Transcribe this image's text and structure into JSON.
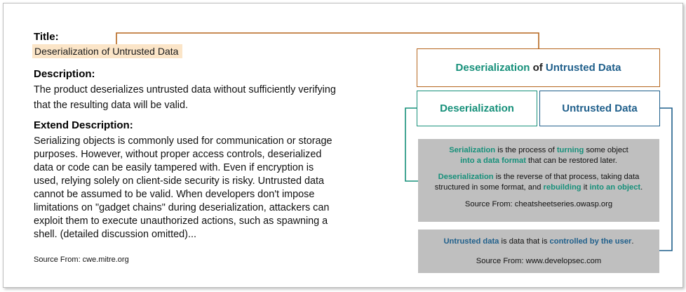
{
  "colors": {
    "orange": "#b5651d",
    "teal": "#16907a",
    "blue": "#1f5f8b",
    "title_highlight": "#fbe5c8",
    "panel_grey": "#bfbfbf"
  },
  "left": {
    "title_label": "Title:",
    "title_value": "Deserialization of Untrusted Data",
    "description_label": "Description:",
    "description_line1": "The product deserializes untrusted data without sufficiently verifying",
    "description_line2": "that the resulting data will be valid.",
    "extend_label": "Extend Description:",
    "extend_lines": [
      "Serializing objects is commonly used for communication or storage",
      "purposes. However, without proper access controls, deserialized",
      "data or code can be easily tampered with. Even if encryption is",
      "used, relying solely on client-side security is risky. Untrusted data",
      "cannot be assumed to be valid. When developers don't impose",
      "limitations on \"gadget chains\" during deserialization, attackers can",
      "exploit them to execute unauthorized actions, such as spawning a",
      "shell. (detailed discussion omitted)..."
    ],
    "source": "Source From: cwe.mitre.org"
  },
  "diagram": {
    "top_box": {
      "part1": "Deserialization",
      "part2": " of ",
      "part3": "Untrusted Data"
    },
    "left_box": "Deserialization",
    "right_box": "Untrusted Data",
    "panel1": {
      "l1a": "Serialization",
      "l1b": " is the process of ",
      "l1c": "turning",
      "l1d": " some object",
      "l2a": "into a data format",
      "l2b": " that can be restored later.",
      "l3a": "Deserialization",
      "l3b": " is the reverse of that process, taking data",
      "l4a": "structured in some format, and ",
      "l4b": "rebuilding",
      "l4c": " it ",
      "l4d": "into an object",
      "l4e": ".",
      "source": "Source From: cheatsheetseries.owasp.org"
    },
    "panel2": {
      "l1a": "Untrusted data",
      "l1b": " is data that is ",
      "l1c": "controlled by the user",
      "l1d": ".",
      "source": "Source From: www.developsec.com"
    }
  }
}
